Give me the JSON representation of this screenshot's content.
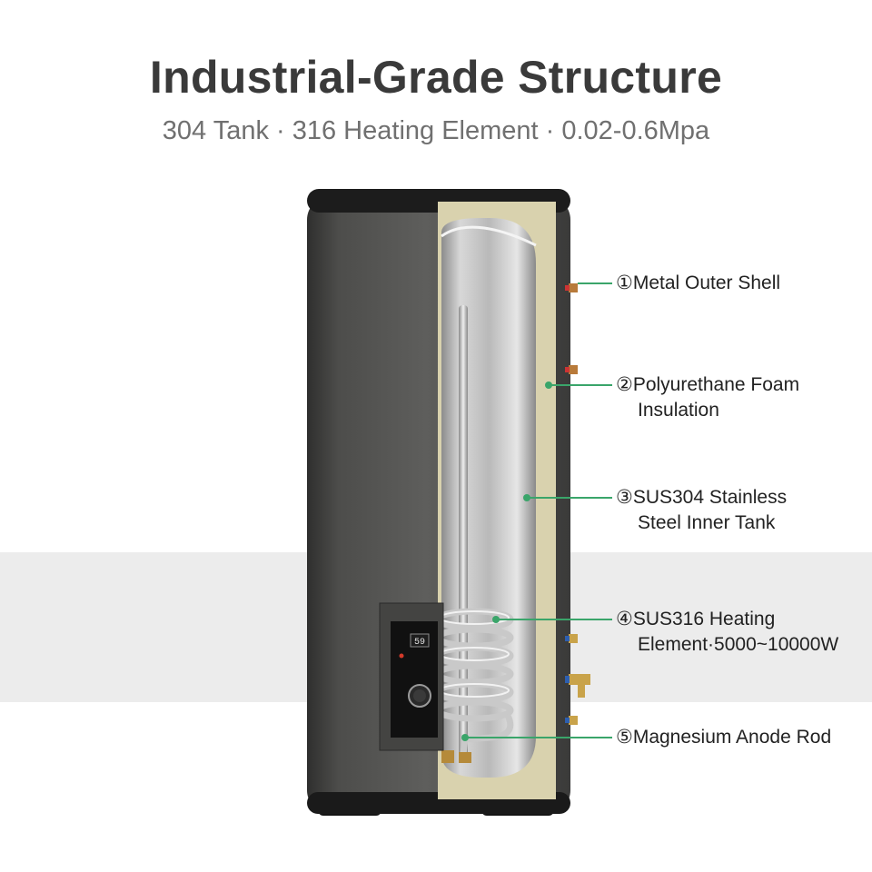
{
  "header": {
    "title": "Industrial-Grade Structure",
    "subtitle": "304 Tank · 316 Heating Element · 0.02-0.6Mpa"
  },
  "control_panel": {
    "display_value": "59"
  },
  "callouts": [
    {
      "line1": "①Metal Outer Shell",
      "line2": ""
    },
    {
      "line1": "②Polyurethane Foam",
      "line2": "Insulation"
    },
    {
      "line1": "③SUS304 Stainless",
      "line2": "Steel Inner Tank"
    },
    {
      "line1": "④SUS316 Heating",
      "line2": "Element·5000~10000W"
    },
    {
      "line1": "⑤Magnesium Anode Rod",
      "line2": ""
    }
  ],
  "colors": {
    "accent_green": "#3aa56a",
    "shell_dark": "#4a4a48",
    "foam": "#d9d2ae",
    "background_band": "#ececec"
  }
}
